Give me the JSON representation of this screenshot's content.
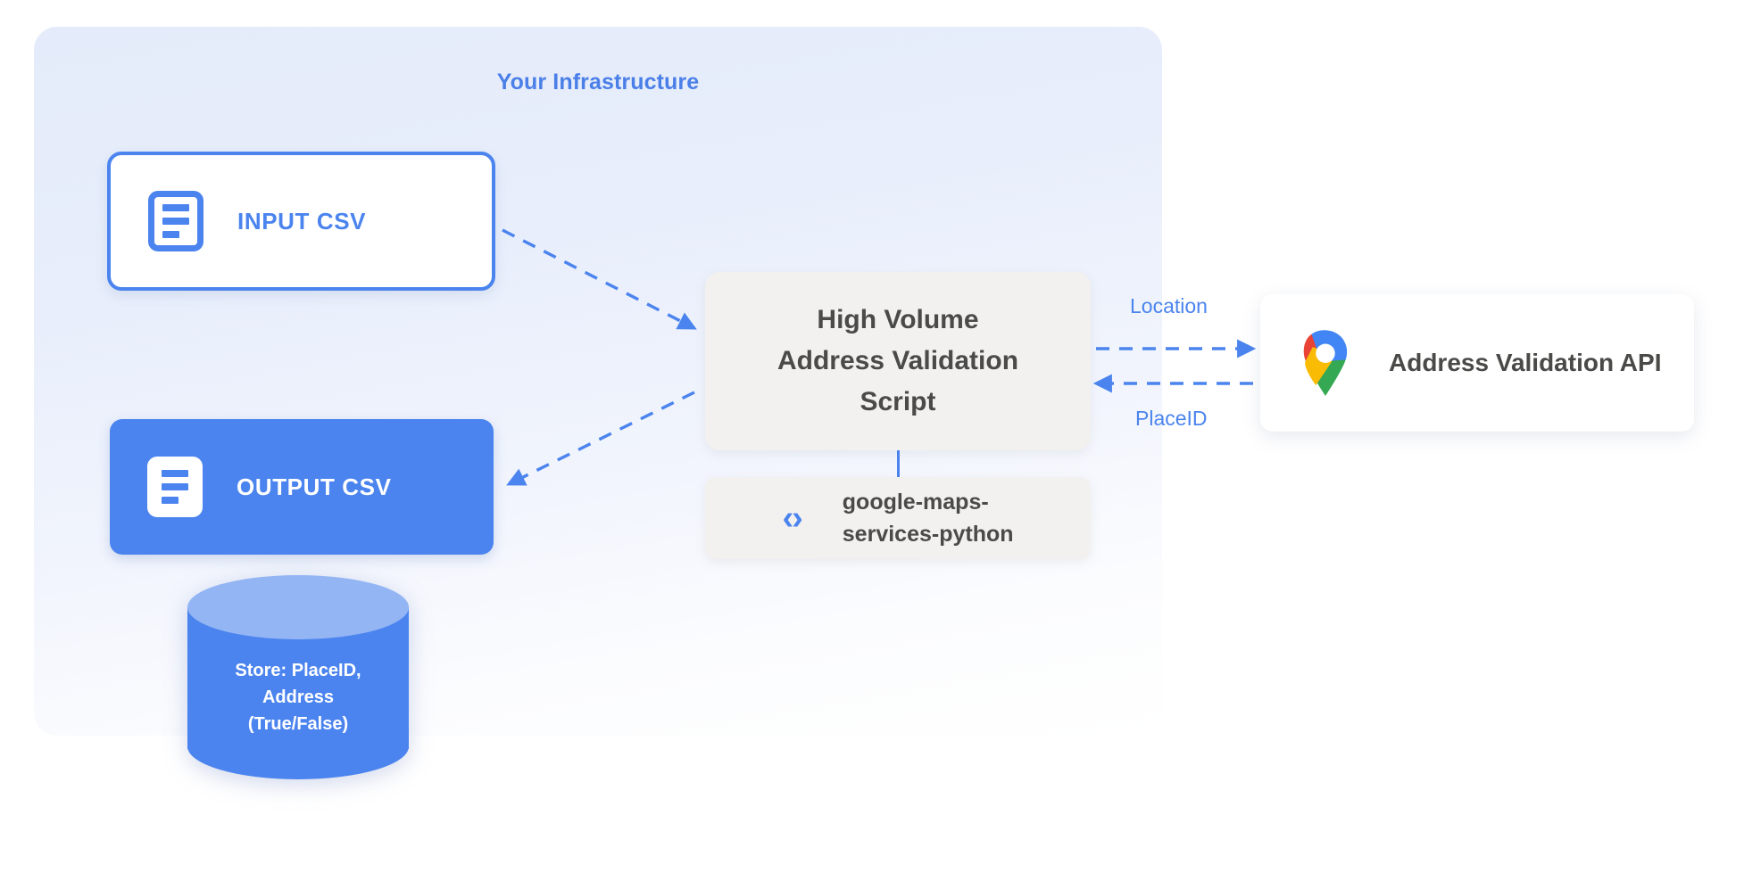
{
  "panel": {
    "title": "Your Infrastructure",
    "accent_color": "#4b84ee",
    "title_color": "#4a7fe8",
    "background_top": "#e4ebfa",
    "background_bottom": "#ffffff"
  },
  "nodes": {
    "input_csv": {
      "label": "INPUT CSV",
      "icon": "document-icon",
      "style": "outlined"
    },
    "output_csv": {
      "label": "OUTPUT CSV",
      "icon": "document-icon",
      "style": "filled"
    },
    "datastore": {
      "lines": [
        "Store: PlaceID,",
        "Address",
        "(True/False)"
      ],
      "text": "Store: PlaceID, Address (True/False)",
      "icon": "database-cylinder-icon"
    },
    "script": {
      "lines": [
        "High Volume",
        "Address Validation",
        "Script"
      ],
      "text": "High Volume Address Validation Script"
    },
    "library": {
      "lines": [
        "google-maps-",
        "services-python"
      ],
      "text": "google-maps-services-python",
      "icon": "code-brackets-icon",
      "icon_glyph": "‹›"
    },
    "api": {
      "label": "Address Validation API",
      "icon": "google-maps-pin-icon",
      "pin_colors": {
        "blue": "#4285f4",
        "red": "#e94335",
        "yellow": "#fabb05",
        "green": "#34a853",
        "center": "#ffffff"
      }
    }
  },
  "edges": {
    "location": {
      "label": "Location",
      "direction": "script-to-api"
    },
    "placeid": {
      "label": "PlaceID",
      "direction": "api-to-script"
    },
    "input_to_script": {
      "label": "",
      "direction": "input-to-script"
    },
    "script_to_output": {
      "label": "",
      "direction": "script-to-output"
    }
  }
}
